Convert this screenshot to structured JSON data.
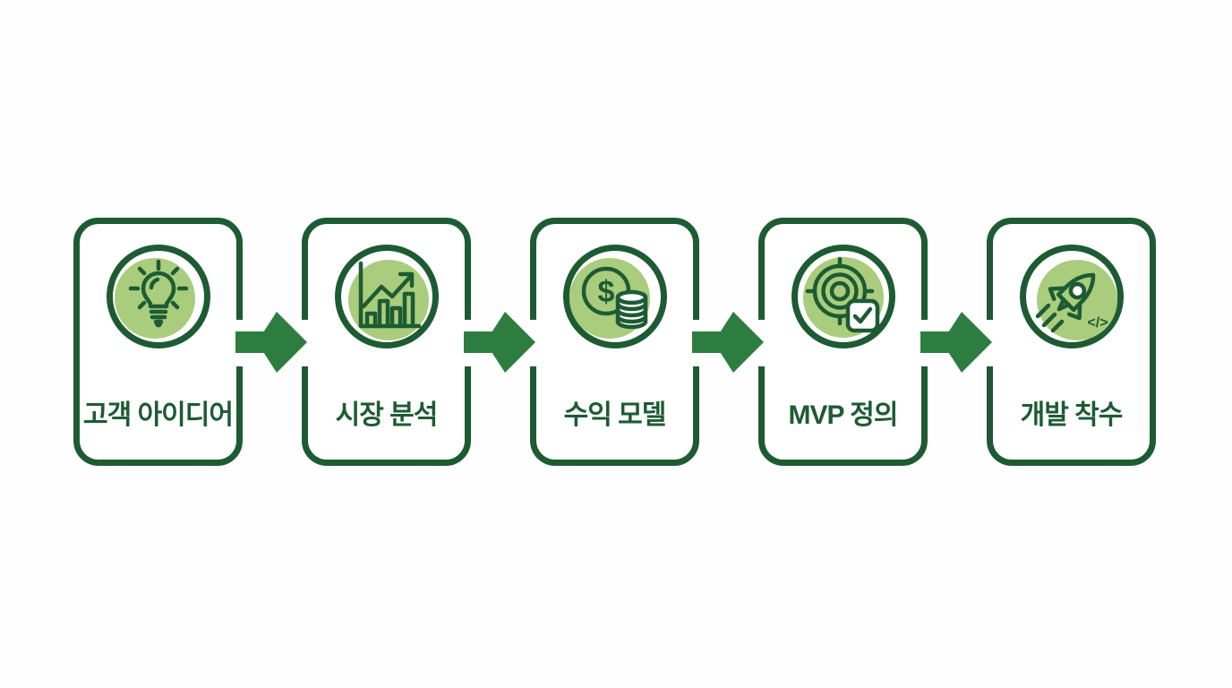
{
  "diagram": {
    "kind": "process-flow",
    "direction": "left-to-right",
    "step_count": 5
  },
  "colors": {
    "dark_green": "#1d5b33",
    "arrow_green": "#2e7d40",
    "light_green": "#a9cd7c",
    "card_bg": "#ffffff",
    "background": "#fefefe"
  },
  "steps": [
    {
      "label": "고객 아이디어",
      "icon": "lightbulb-icon"
    },
    {
      "label": "시장 분석",
      "icon": "bar-chart-growth-icon"
    },
    {
      "label": "수익 모델",
      "icon": "dollar-coins-icon",
      "currency_symbol": "$"
    },
    {
      "label": "MVP 정의",
      "icon": "target-check-icon"
    },
    {
      "label": "개발 착수",
      "icon": "rocket-code-icon",
      "code_symbol": "</>"
    }
  ],
  "connectors": [
    {
      "type": "arrow-right",
      "from": "고객 아이디어",
      "to": "시장 분석"
    },
    {
      "type": "arrow-right",
      "from": "시장 분석",
      "to": "수익 모델"
    },
    {
      "type": "arrow-right",
      "from": "수익 모델",
      "to": "MVP 정의"
    },
    {
      "type": "arrow-right",
      "from": "MVP 정의",
      "to": "개발 착수"
    }
  ]
}
